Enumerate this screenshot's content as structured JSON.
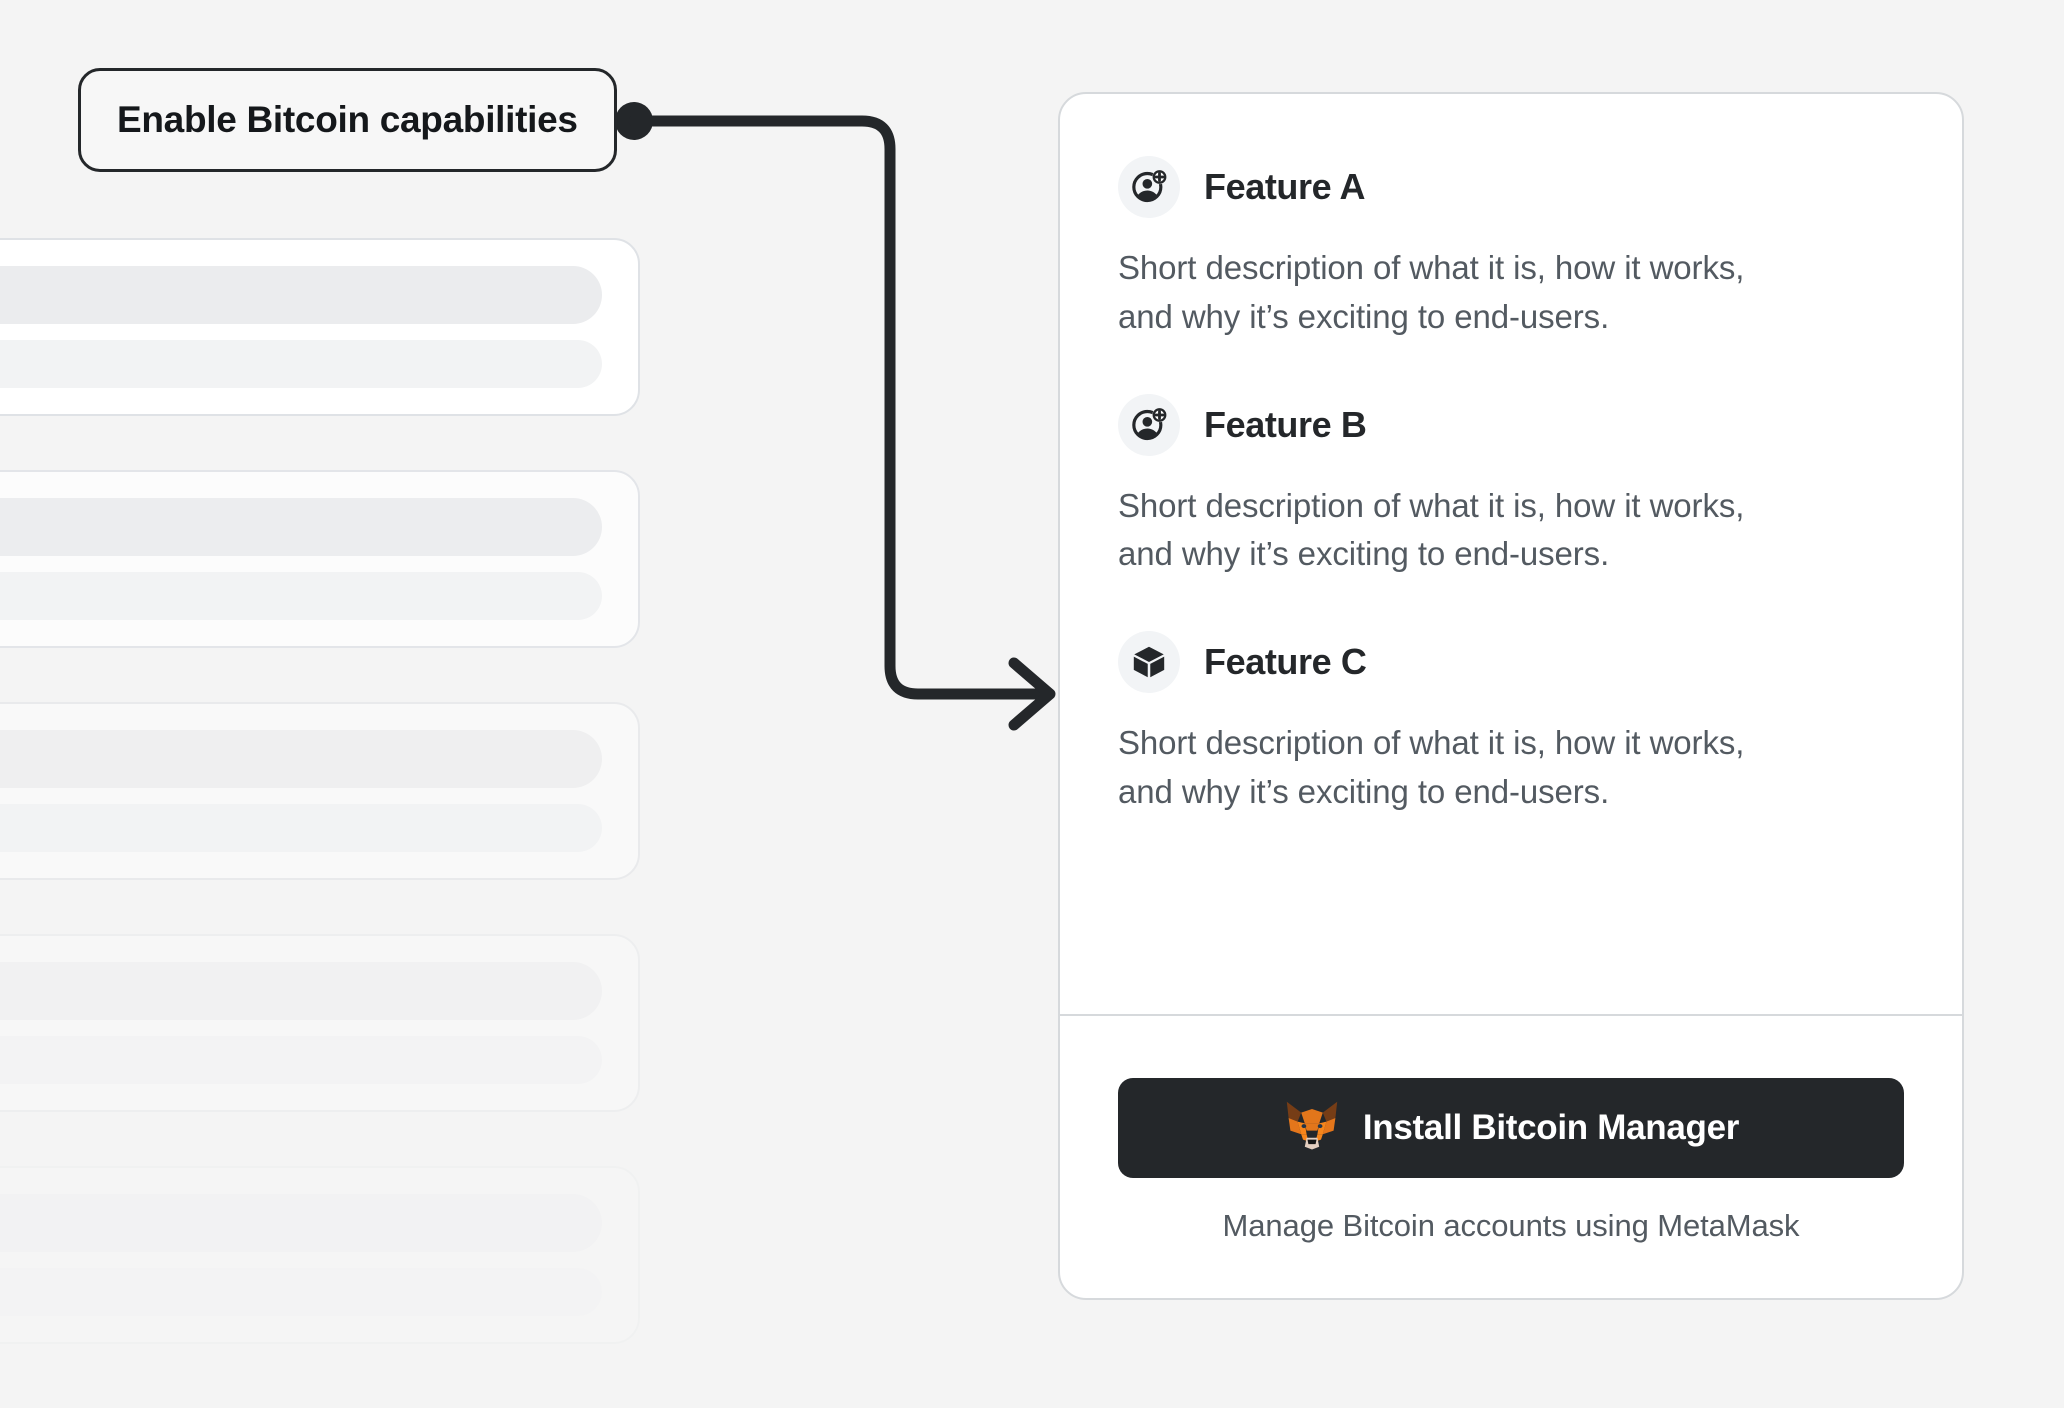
{
  "annotation": {
    "label": "Enable Bitcoin capabilities",
    "connector_color": "#24272a"
  },
  "background": {
    "skeleton_rows": [
      {
        "opacity": "1"
      },
      {
        "opacity": "0.78"
      },
      {
        "opacity": "0.52"
      },
      {
        "opacity": "0.30"
      },
      {
        "opacity": "0.14"
      }
    ]
  },
  "card": {
    "features": [
      {
        "icon": "account-add-icon",
        "title": "Feature A",
        "description": "Short description of what it is, how it works, and why it’s exciting to end-users."
      },
      {
        "icon": "account-add-icon",
        "title": "Feature B",
        "description": "Short description of what it is, how it works, and why it’s exciting to end-users."
      },
      {
        "icon": "cube-icon",
        "title": "Feature C",
        "description": "Short description of what it is, how it works, and why it’s exciting to end-users."
      }
    ],
    "cta": {
      "icon": "metamask-fox-icon",
      "button_label": "Install Bitcoin Manager",
      "caption": "Manage Bitcoin accounts using MetaMask",
      "button_color": "#24272a",
      "button_text_color": "#ffffff"
    }
  },
  "colors": {
    "page_background": "#f4f4f4",
    "card_background": "#ffffff",
    "card_border": "#d6d9dc",
    "title_text": "#24272a",
    "body_text": "#535a61",
    "icon_badge_background": "#f2f4f6",
    "fox_orange": "#e2761b",
    "fox_brown": "#763d16",
    "fox_cream": "#e4cfc0"
  }
}
